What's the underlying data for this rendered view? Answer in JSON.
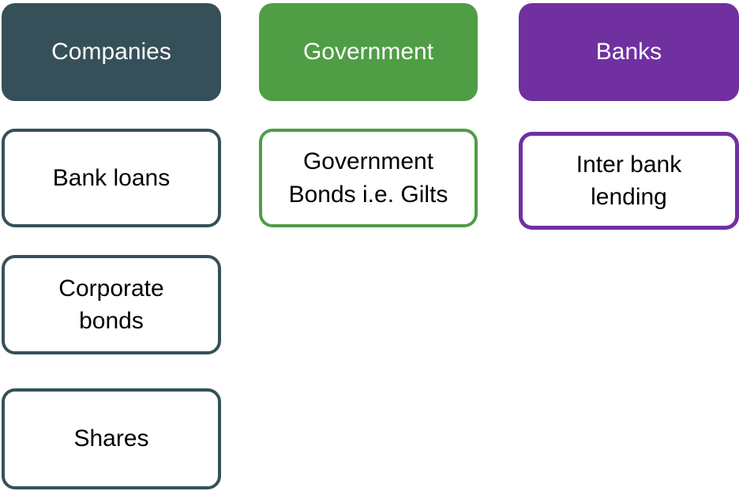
{
  "diagram": {
    "background": "#FFFFFF",
    "header_text_color": "#FFFFFF",
    "item_text_color": "#000000",
    "columns": [
      {
        "id": "companies",
        "header": "Companies",
        "color": "#36505A",
        "items": [
          "Bank loans",
          "Corporate\nbonds",
          "Shares"
        ]
      },
      {
        "id": "government",
        "header": "Government",
        "color": "#4F9D45",
        "items": [
          "Government\nBonds i.e. Gilts"
        ]
      },
      {
        "id": "banks",
        "header": "Banks",
        "color": "#7030A0",
        "items": [
          "Inter bank\nlending"
        ]
      }
    ]
  }
}
